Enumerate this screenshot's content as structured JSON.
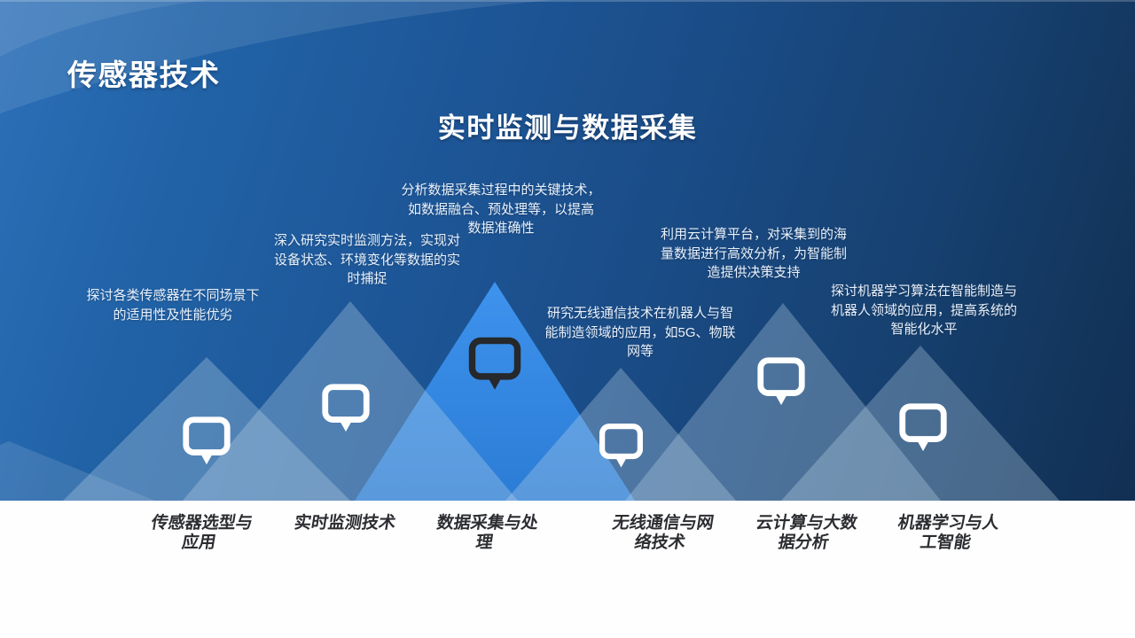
{
  "slide": {
    "title": "传感器技术",
    "subtitle": "实时监测与数据采集",
    "colors": {
      "background_top": "#2c70b9",
      "background_bottom": "#112f52",
      "highlight_peak": "#2f86e2",
      "mountain_tint": "#4e76a3",
      "description_text": "#e9f1fb",
      "label_text": "#2b2d31",
      "footer_band": "#fefefe"
    },
    "items": [
      {
        "label": "传感器选型与\n应用",
        "description": "探讨各类传感器在不同场景下\n的适用性及性能优劣",
        "icon": "speech-bubble-icon",
        "icon_color": "#ffffff"
      },
      {
        "label": "实时监测技术",
        "description": "深入研究实时监测方法，实现对\n设备状态、环境变化等数据的实\n时捕捉",
        "icon": "speech-bubble-icon",
        "icon_color": "#ffffff"
      },
      {
        "label": "数据采集与处\n理",
        "description": "分析数据采集过程中的关键技术，\n如数据融合、预处理等，以提高\n数据准确性",
        "icon": "speech-bubble-icon",
        "icon_color": "#26282b"
      },
      {
        "label": "无线通信与网\n络技术",
        "description": "研究无线通信技术在机器人与智\n能制造领域的应用，如5G、物联\n网等",
        "icon": "speech-bubble-icon",
        "icon_color": "#ffffff"
      },
      {
        "label": "云计算与大数\n据分析",
        "description": "利用云计算平台，对采集到的海\n量数据进行高效分析，为智能制\n造提供决策支持",
        "icon": "speech-bubble-icon",
        "icon_color": "#ffffff"
      },
      {
        "label": "机器学习与人\n工智能",
        "description": "探讨机器学习算法在智能制造与\n机器人领域的应用，提高系统的\n智能化水平",
        "icon": "speech-bubble-icon",
        "icon_color": "#ffffff"
      }
    ]
  }
}
